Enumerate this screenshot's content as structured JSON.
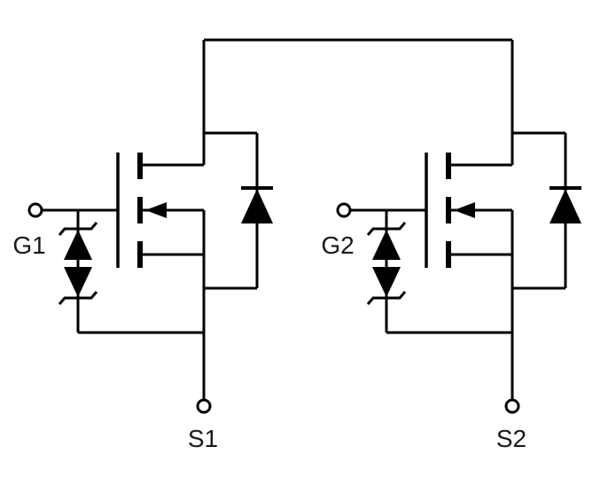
{
  "diagram": {
    "type": "schematic",
    "description": "Dual N-channel MOSFET pair with common drain rail, body diodes and back-to-back gate protection zener diodes",
    "colors": {
      "line": "#000000",
      "label": "#1a1a1a",
      "background": "#ffffff"
    },
    "labels": {
      "gate1": "G1",
      "source1": "S1",
      "gate2": "G2",
      "source2": "S2"
    }
  }
}
